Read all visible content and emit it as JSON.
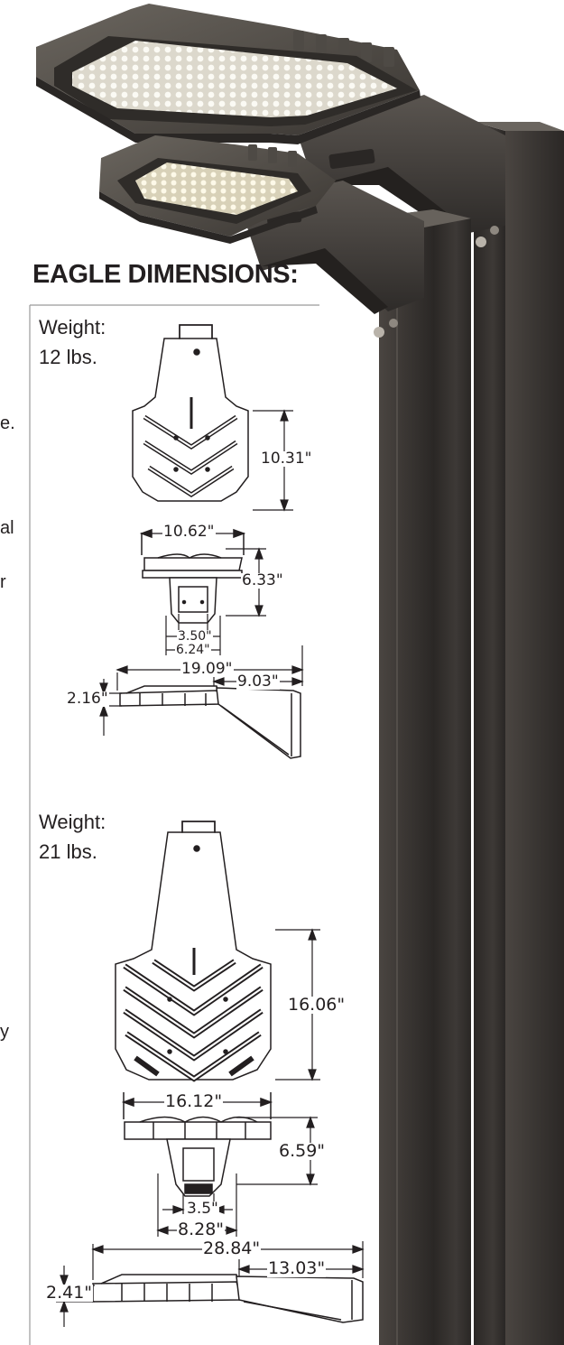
{
  "heading": "EAGLE DIMENSIONS:",
  "left_text_fragments": [
    "e.",
    "al",
    "r",
    "y"
  ],
  "model_small": {
    "weight_label": "Weight:",
    "weight_value": "12 lbs.",
    "top_height": "10.31\"",
    "front_width": "10.62\"",
    "front_height": "6.33\"",
    "arm_inner_width": "3.50\"",
    "arm_outer_width": "6.24\"",
    "side_length": "19.09\"",
    "side_arm_length": "9.03\"",
    "side_height": "2.16\""
  },
  "model_large": {
    "weight_label": "Weight:",
    "weight_value": "21 lbs.",
    "top_height": "16.06\"",
    "front_width": "16.12\"",
    "front_height": "6.59\"",
    "arm_inner_width": "3.5\"",
    "arm_outer_width": "8.28\"",
    "side_length": "28.84\"",
    "side_arm_length": "13.03\"",
    "side_height": "2.41\""
  },
  "colors": {
    "fixture_bronze": "#3b3835",
    "fixture_highlight": "#6a655f",
    "led_white": "#f4f2ea",
    "text": "#231f20"
  }
}
